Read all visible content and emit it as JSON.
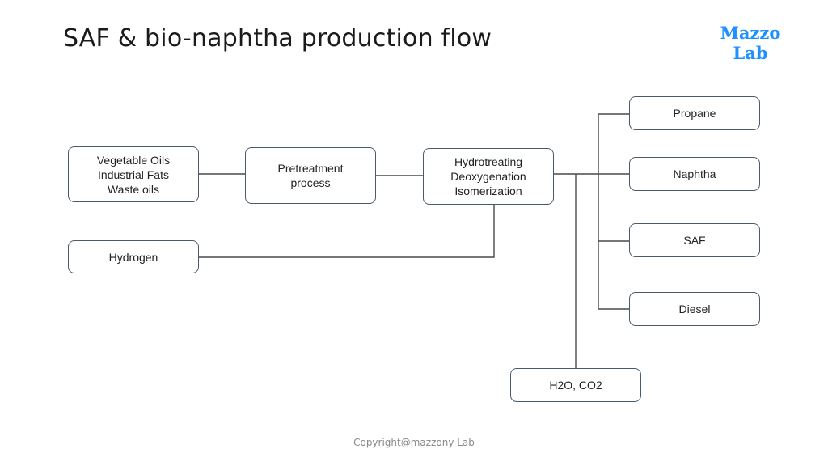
{
  "title": "SAF & bio-naphtha production flow",
  "logo": {
    "line1": "Mazzo",
    "line2": "Lab",
    "color": "#1e90ff"
  },
  "nodes": {
    "feedstock": [
      "Vegetable Oils",
      "Industrial Fats",
      "Waste oils"
    ],
    "hydrogen": [
      "Hydrogen"
    ],
    "pretreatment": [
      "Pretreatment",
      "process"
    ],
    "reactor": [
      "Hydrotreating",
      "Deoxygenation",
      "Isomerization"
    ],
    "propane": [
      "Propane"
    ],
    "naphtha": [
      "Naphtha"
    ],
    "saf": [
      "SAF"
    ],
    "diesel": [
      "Diesel"
    ],
    "byproducts": [
      "H2O, CO2"
    ]
  },
  "footer": {
    "copyright": "Copyright@mazzony Lab"
  },
  "colors": {
    "box_border": "#4a5a6a",
    "line": "#4a4a4a",
    "footer_text": "#8a8a8a"
  }
}
